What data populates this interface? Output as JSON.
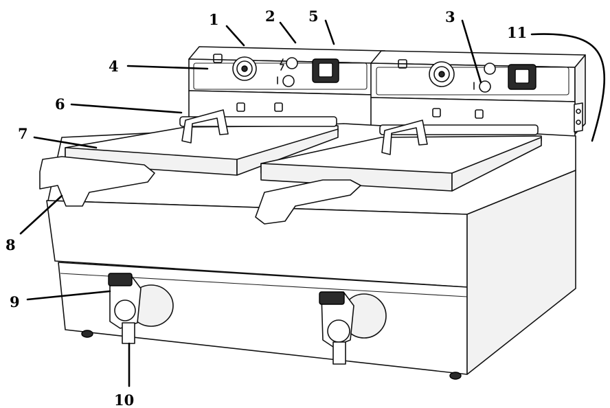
{
  "labels": [
    "1",
    "2",
    "3",
    "4",
    "5",
    "6",
    "7",
    "8",
    "9",
    "10",
    "11"
  ],
  "colors": {
    "ink": "#000000",
    "paper": "#ffffff"
  }
}
